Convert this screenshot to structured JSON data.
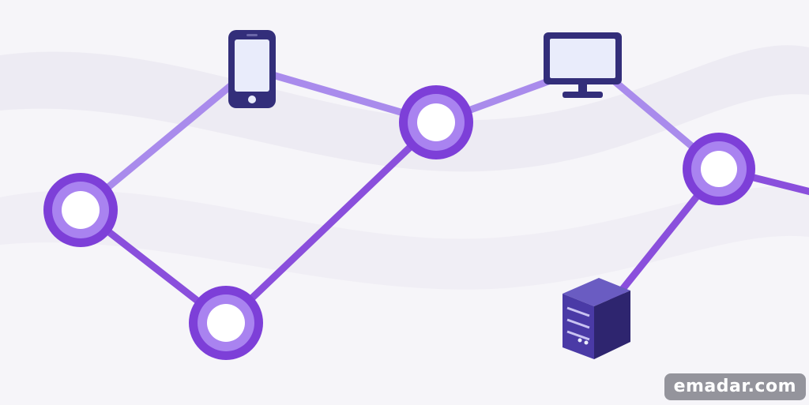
{
  "colors": {
    "background": "#f6f5f9",
    "swoosh": "#ebe9f1",
    "link_light": "#a98bec",
    "link_dark": "#8a4fdc",
    "node_ring": "#7d3fd8",
    "node_inner": "#a983f0",
    "node_core": "#ffffff",
    "device_frame": "#332e7a",
    "device_screen": "#e9ecfb",
    "server_front": "#4a3aa6",
    "server_side": "#2e256f",
    "server_top": "#6a5cc2"
  },
  "nodes": [
    {
      "id": "node-1",
      "kind": "hub"
    },
    {
      "id": "node-2",
      "kind": "hub"
    },
    {
      "id": "node-3",
      "kind": "hub"
    },
    {
      "id": "node-4",
      "kind": "hub"
    }
  ],
  "devices": [
    {
      "id": "smartphone",
      "icon": "smartphone-icon"
    },
    {
      "id": "monitor",
      "icon": "monitor-icon"
    },
    {
      "id": "server",
      "icon": "server-icon"
    }
  ],
  "links": [
    {
      "from": "node-1",
      "to": "smartphone",
      "tone": "light"
    },
    {
      "from": "smartphone",
      "to": "node-3",
      "tone": "light"
    },
    {
      "from": "node-1",
      "to": "node-2",
      "tone": "dark"
    },
    {
      "from": "node-2",
      "to": "node-3",
      "tone": "dark"
    },
    {
      "from": "node-3",
      "to": "monitor",
      "tone": "light"
    },
    {
      "from": "monitor",
      "to": "node-4",
      "tone": "light"
    },
    {
      "from": "node-4",
      "to": "server",
      "tone": "dark"
    },
    {
      "from": "node-4",
      "to": "offscreen-right",
      "tone": "dark"
    }
  ],
  "watermark": {
    "text": "emadar.com"
  }
}
